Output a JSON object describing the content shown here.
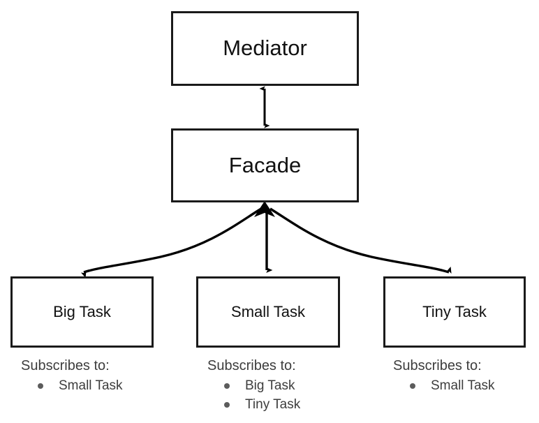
{
  "diagram": {
    "type": "flow-diagram",
    "title": "Mediator / Facade / Task subscription diagram",
    "background_color": "#ffffff",
    "node_border_color": "#1a1a1a",
    "node_text_color": "#111111",
    "caption_text_color": "#3d3d3d",
    "edge_color": "#000000",
    "nodes": {
      "mediator": {
        "label": "Mediator"
      },
      "facade": {
        "label": "Facade"
      },
      "big_task": {
        "label": "Big Task"
      },
      "small_task": {
        "label": "Small Task"
      },
      "tiny_task": {
        "label": "Tiny Task"
      }
    },
    "edges": [
      {
        "from": "Mediator",
        "to": "Facade",
        "style": "straight",
        "arrows": "both"
      },
      {
        "from": "Facade",
        "to": "Big Task",
        "style": "curved",
        "arrows": "both"
      },
      {
        "from": "Facade",
        "to": "Small Task",
        "style": "straight",
        "arrows": "both"
      },
      {
        "from": "Facade",
        "to": "Tiny Task",
        "style": "curved",
        "arrows": "both"
      }
    ],
    "subscriptions": [
      {
        "owner": "Big Task",
        "heading": "Subscribes to:",
        "items": [
          "Small Task"
        ]
      },
      {
        "owner": "Small Task",
        "heading": "Subscribes to:",
        "items": [
          "Big Task",
          "Tiny Task"
        ]
      },
      {
        "owner": "Tiny Task",
        "heading": "Subscribes to:",
        "items": [
          "Small Task"
        ]
      }
    ]
  }
}
